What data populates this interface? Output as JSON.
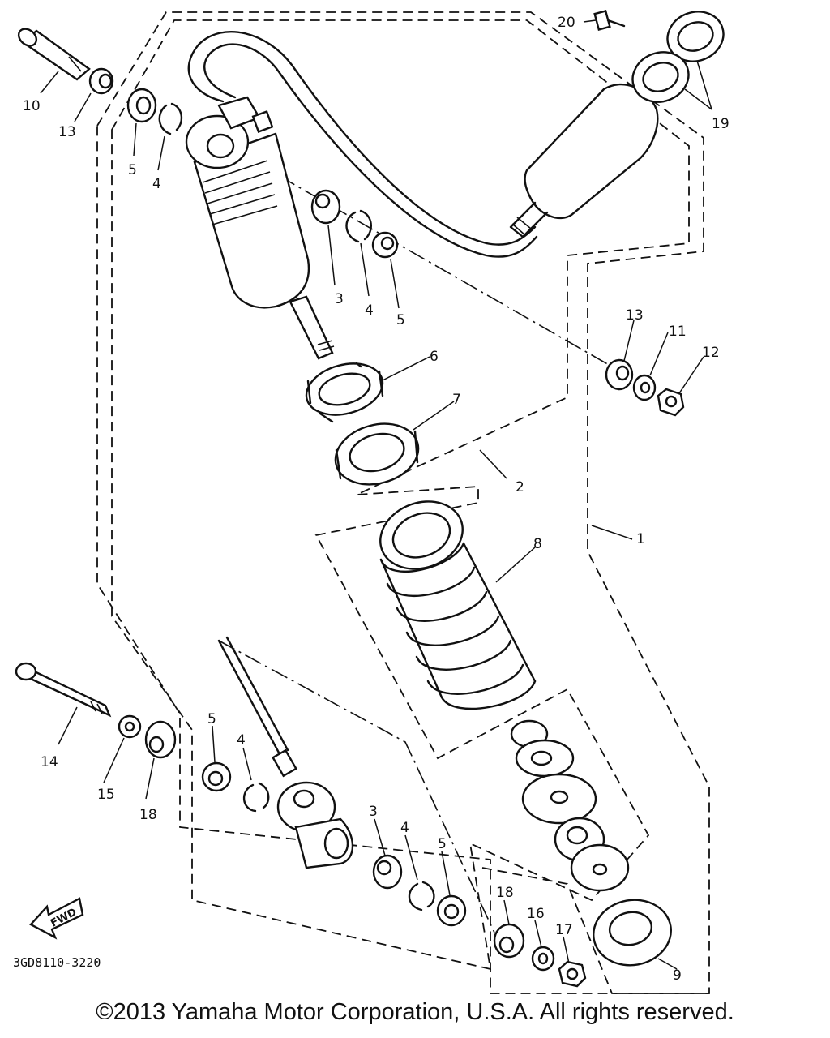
{
  "callouts": {
    "c1": "1",
    "c2": "2",
    "c3a": "3",
    "c3b": "3",
    "c4a": "4",
    "c4b": "4",
    "c4c": "4",
    "c5a": "5",
    "c5b": "5",
    "c5c": "5",
    "c5d": "5",
    "c6": "6",
    "c7": "7",
    "c8": "8",
    "c9": "9",
    "c10": "10",
    "c11": "11",
    "c12": "12",
    "c13a": "13",
    "c13b": "13",
    "c14": "14",
    "c15": "15",
    "c16": "16",
    "c17": "17",
    "c18a": "18",
    "c18b": "18",
    "c19": "19",
    "c20": "20"
  },
  "fwd_label": "FWD",
  "diagram_code": "3GD8110-3220",
  "copyright": "©2013 Yamaha Motor Corporation, U.S.A. All rights reserved."
}
